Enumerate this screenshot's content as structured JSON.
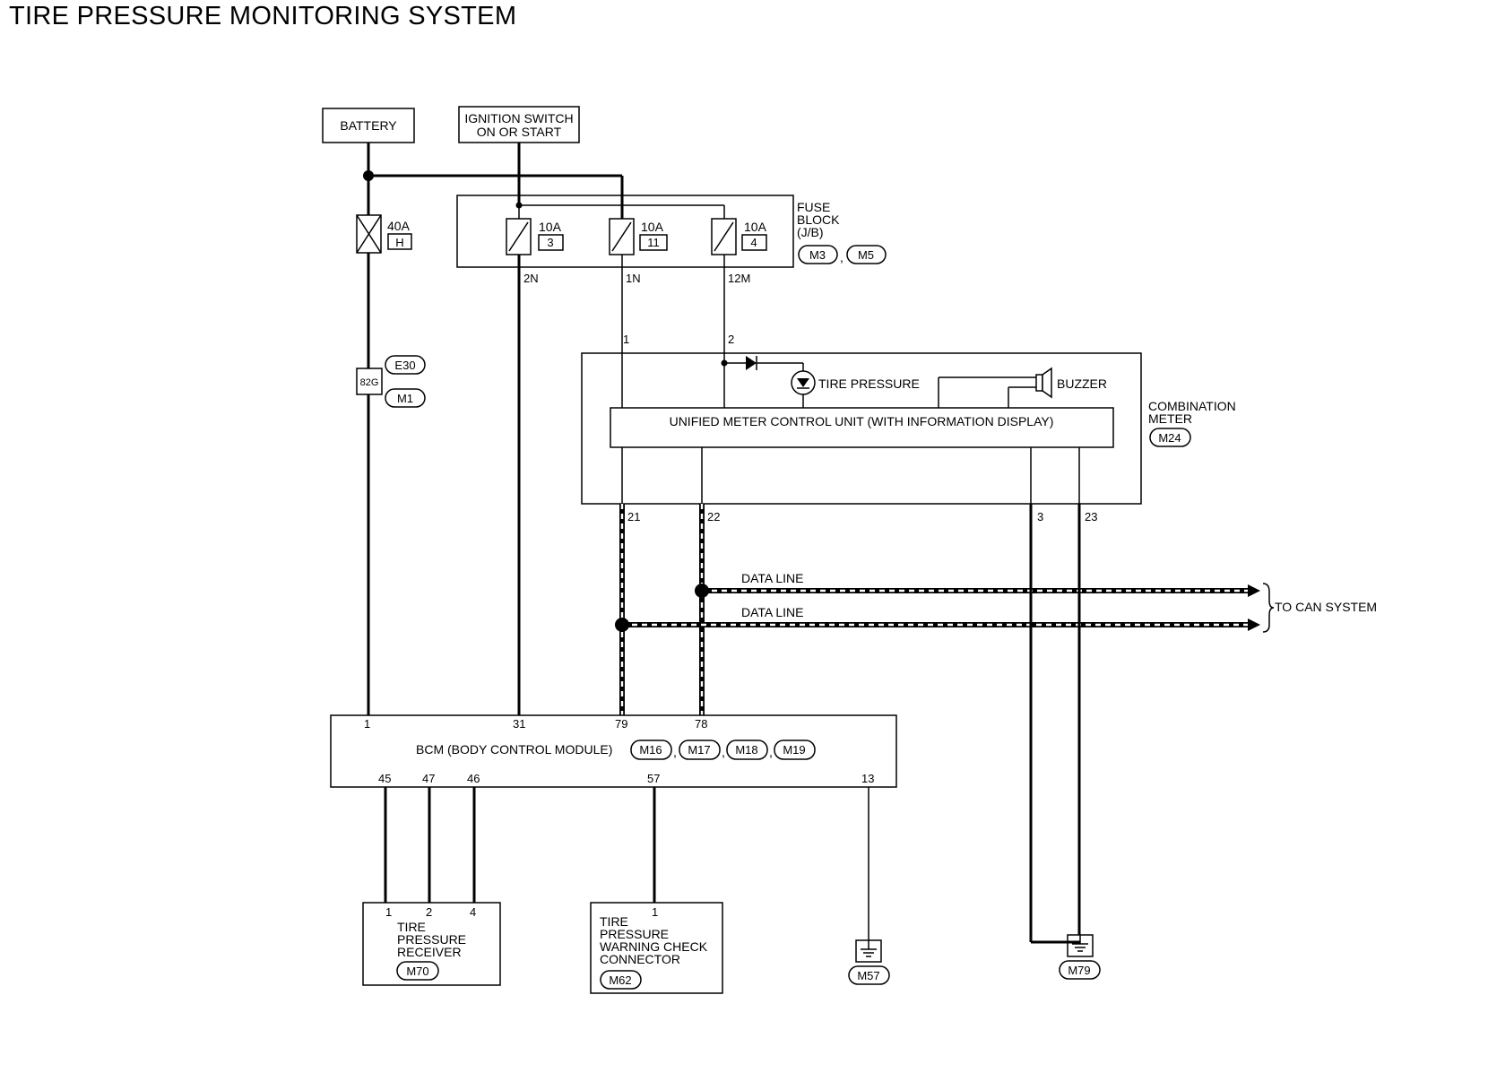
{
  "title": "TIRE PRESSURE MONITORING SYSTEM",
  "sources": {
    "battery": "BATTERY",
    "ignition_line1": "IGNITION SWITCH",
    "ignition_line2": "ON OR START"
  },
  "fuse_block": {
    "label_line1": "FUSE",
    "label_line2": "BLOCK",
    "label_line3": "(J/B)",
    "connectors": [
      "M3",
      "M5"
    ],
    "fuses": [
      {
        "rating": "10A",
        "number": "3",
        "terminal": "2N"
      },
      {
        "rating": "10A",
        "number": "11",
        "terminal": "1N"
      },
      {
        "rating": "10A",
        "number": "4",
        "terminal": "12M"
      }
    ]
  },
  "fusible_link": {
    "rating": "40A",
    "letter": "H"
  },
  "joint_connector": {
    "label": "82G",
    "connectors": [
      "E30",
      "M1"
    ]
  },
  "combination_meter": {
    "label_line1": "COMBINATION",
    "label_line2": "METER",
    "connector": "M24",
    "input_pins": [
      "1",
      "2"
    ],
    "output_pins": [
      "21",
      "22",
      "3",
      "23"
    ],
    "tire_pressure_label": "TIRE PRESSURE",
    "buzzer_label": "BUZZER",
    "control_unit": "UNIFIED METER CONTROL UNIT (WITH INFORMATION DISPLAY)"
  },
  "data_lines": {
    "line1": "DATA LINE",
    "line2": "DATA LINE",
    "destination": "TO CAN SYSTEM"
  },
  "bcm": {
    "label": "BCM (BODY CONTROL MODULE)",
    "connectors": [
      "M16",
      "M17",
      "M18",
      "M19"
    ],
    "top_pins": [
      "1",
      "31",
      "79",
      "78"
    ],
    "bottom_pins": [
      "45",
      "47",
      "46",
      "57",
      "13"
    ]
  },
  "receiver": {
    "line1": "TIRE",
    "line2": "PRESSURE",
    "line3": "RECEIVER",
    "connector": "M70",
    "pins": [
      "1",
      "2",
      "4"
    ]
  },
  "check_connector": {
    "line1": "TIRE",
    "line2": "PRESSURE",
    "line3": "WARNING CHECK",
    "line4": "CONNECTOR",
    "connector": "M62",
    "pin": "1"
  },
  "grounds": [
    "M57",
    "M79"
  ],
  "separator": ","
}
